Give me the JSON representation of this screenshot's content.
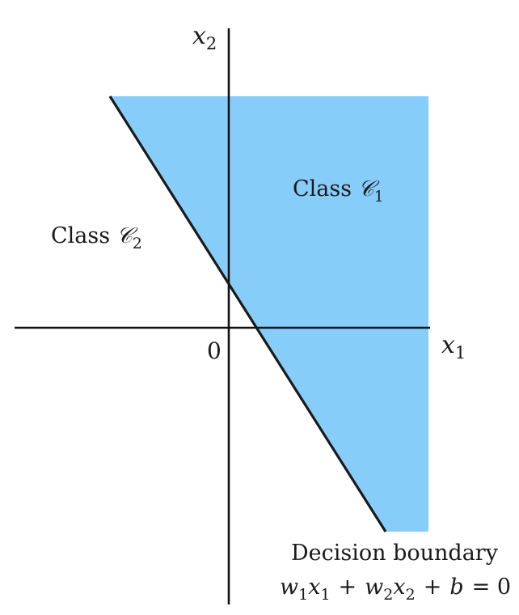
{
  "colors": {
    "region_fill": "#87cdf9",
    "axis": "#111111",
    "boundary": "#1a1a1a",
    "text": "#1a1a1a"
  },
  "axes": {
    "x_label_base": "x",
    "x_label_sub": "1",
    "y_label_base": "x",
    "y_label_sub": "2",
    "origin_label": "0"
  },
  "labels": {
    "class1_word": "Class",
    "class1_symbol": "𝒞",
    "class1_sub": "1",
    "class2_word": "Class",
    "class2_symbol": "𝒞",
    "class2_sub": "2",
    "boundary_title": "Decision boundary",
    "eq": {
      "w1": "w",
      "w1_sub": "1",
      "x1": "x",
      "x1_sub": "1",
      "plus1": "+",
      "w2": "w",
      "w2_sub": "2",
      "x2": "x",
      "x2_sub": "2",
      "plus2": "+",
      "b": "b",
      "equals": "= 0"
    }
  }
}
